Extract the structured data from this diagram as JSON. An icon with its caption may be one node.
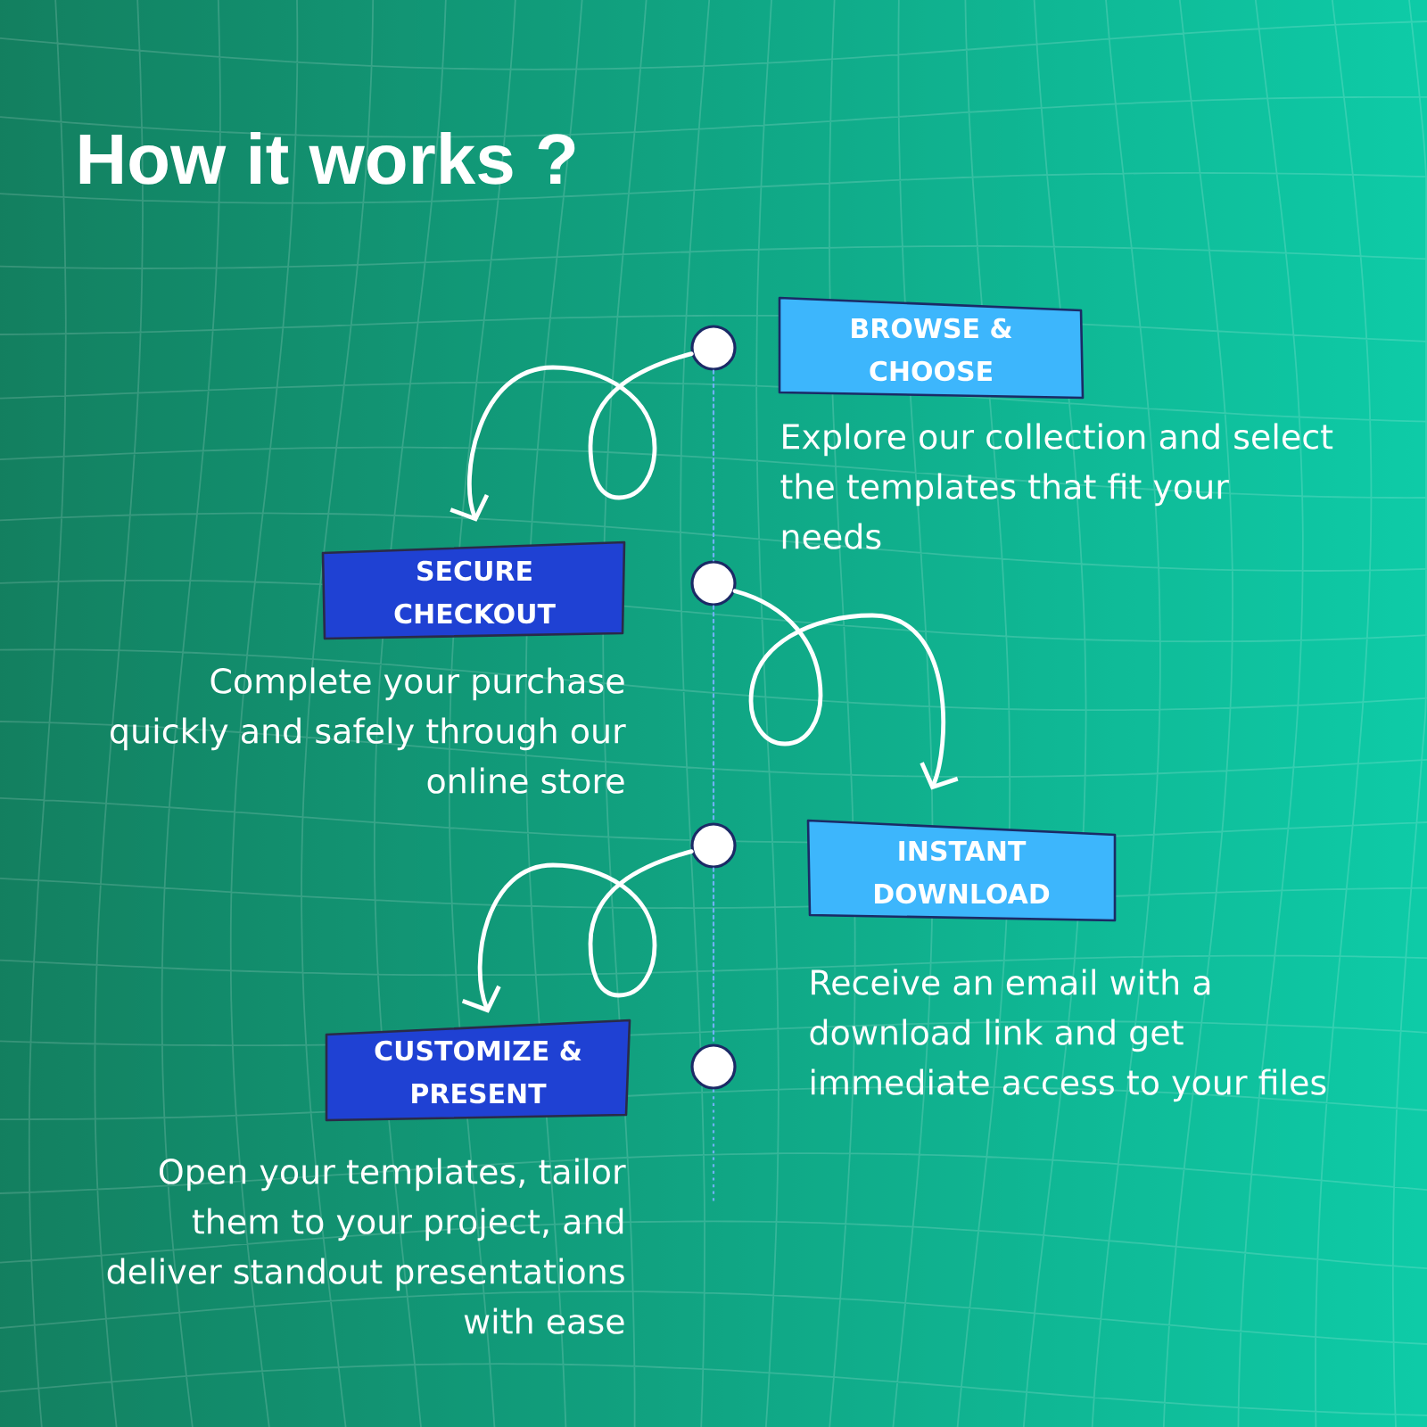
{
  "diagram": {
    "title": "How it works ?",
    "nodes": [
      {
        "text": [
          "BROWSE & CHOOSE"
        ],
        "beside": [
          "Explore our collection and select the templates that fit your needs"
        ]
      },
      {
        "text": [],
        "shape": "circle"
      },
      {
        "text": [
          "SECURE CHECKOUT"
        ],
        "beside": [
          "Complete your purchase quickly and safely through our online store"
        ]
      },
      {
        "text": [],
        "shape": "circle"
      },
      {
        "text": [
          "INSTANT DOWNLOAD"
        ],
        "beside": [
          "Receive an email with a download link and get immediate access to your files"
        ]
      },
      {
        "text": [],
        "shape": "circle"
      },
      {
        "text": [
          "CUSTOMIZE & PRESENT"
        ],
        "beside": [
          "Open your templates, tailor them to your project, and deliver standout presentations with ease"
        ]
      },
      {
        "text": [],
        "shape": "circle"
      }
    ],
    "edges": [
      {
        "from": 1,
        "to": 2,
        "arrow": "to"
      },
      {
        "from": 3,
        "to": 4,
        "arrow": "to"
      },
      {
        "from": 5,
        "to": 6,
        "arrow": "to"
      },
      {
        "from": 1,
        "to": 3,
        "arrow": "none",
        "style": "dashed",
        "color": "#6fb1f5"
      },
      {
        "from": 3,
        "to": 5,
        "arrow": "none",
        "style": "dashed",
        "color": "#6fb1f5"
      },
      {
        "from": 5,
        "to": 7,
        "arrow": "none",
        "style": "dashed",
        "color": "#6fb1f5"
      }
    ]
  }
}
